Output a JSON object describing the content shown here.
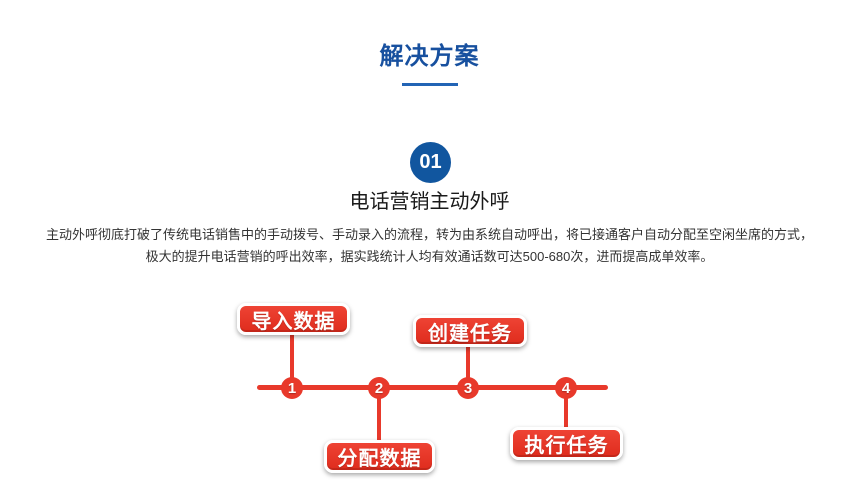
{
  "header": {
    "title": "解决方案"
  },
  "solution": {
    "badge": "01",
    "heading": "电话营销主动外呼",
    "description_line1": "主动外呼彻底打破了传统电话销售中的手动拨号、手动录入的流程，转为由系统自动呼出，将已接通客户自动分配至空闲坐席的方式，",
    "description_line2": "极大的提升电话营销的呼出效率，据实践统计人均有效通话数可达500-680次，进而提高成单效率。"
  },
  "flow_diagram": {
    "steps": [
      {
        "num": "1",
        "label": "导入数据",
        "label_position": "top"
      },
      {
        "num": "2",
        "label": "分配数据",
        "label_position": "bottom"
      },
      {
        "num": "3",
        "label": "创建任务",
        "label_position": "top"
      },
      {
        "num": "4",
        "label": "执行任务",
        "label_position": "bottom"
      }
    ]
  },
  "colors": {
    "title_blue": "#17509f",
    "badge_blue": "#11569f",
    "flow_red": "#e8392b"
  }
}
